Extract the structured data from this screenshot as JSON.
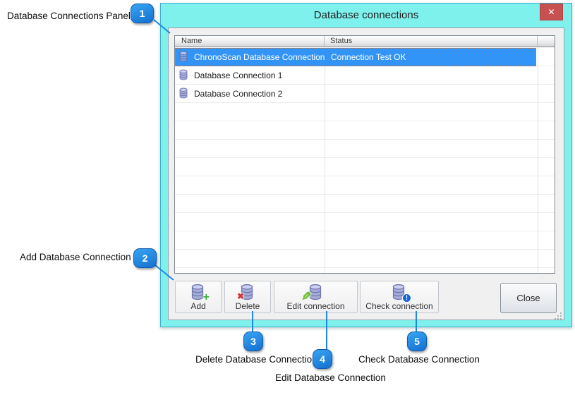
{
  "window": {
    "title": "Database connections",
    "close_icon": "✕"
  },
  "list": {
    "columns": [
      "Name",
      "Status"
    ],
    "rows": [
      {
        "name": "ChronoScan Database Connection",
        "status": "Connection Test OK",
        "selected": true
      },
      {
        "name": "Database Connection 1",
        "status": ""
      },
      {
        "name": "Database Connection 2",
        "status": ""
      }
    ]
  },
  "toolbar": {
    "add_label": "Add",
    "delete_label": "Delete",
    "edit_label": "Edit connection",
    "check_label": "Check connection",
    "close_label": "Close",
    "add_overlay": "+",
    "delete_overlay": "✖",
    "edit_overlay": "✎",
    "check_overlay": "!"
  },
  "callouts": [
    {
      "number": "1",
      "label": "Database Connections Panel"
    },
    {
      "number": "2",
      "label": "Add Database Connection"
    },
    {
      "number": "3",
      "label": "Delete Database Connection"
    },
    {
      "number": "4",
      "label": "Edit Database Connection"
    },
    {
      "number": "5",
      "label": "Check Database Connection"
    }
  ],
  "colors": {
    "frame": "#7EF1ED",
    "frame_border": "#3FAECB",
    "close_button": "#C75050",
    "selection": "#3394F7",
    "badge": "#1E88E5",
    "callout_line": "#1E88E5"
  }
}
